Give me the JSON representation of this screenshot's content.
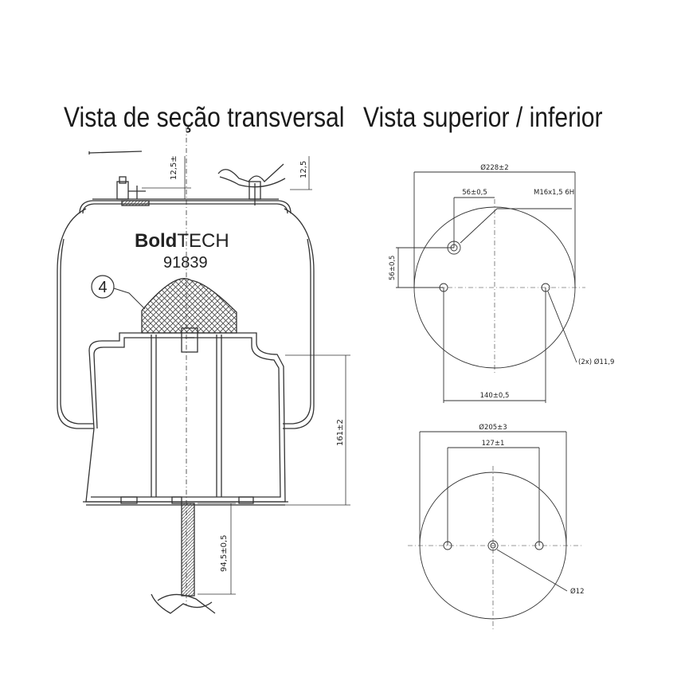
{
  "headings": {
    "section_view": "Vista de seção transversal",
    "top_bottom_view": "Vista superior / inferior"
  },
  "brand": {
    "bold": "Bold",
    "light": "TECH"
  },
  "part_number": "91839",
  "callout_number": "4",
  "section_dims": {
    "top_left": "12,5±",
    "top_right": "12,5",
    "height": "161±2",
    "stud": "94,5±0,5"
  },
  "top_view_dims": {
    "diameter": "Ø228±2",
    "offset_x": "56±0,5",
    "thread": "M16x1,5 6H",
    "offset_y": "56±0,5",
    "holes": "(2x) Ø11,9",
    "spacing": "140±0,5"
  },
  "bottom_view_dims": {
    "diameter": "Ø205±3",
    "spacing": "127±1",
    "hole": "Ø12"
  }
}
